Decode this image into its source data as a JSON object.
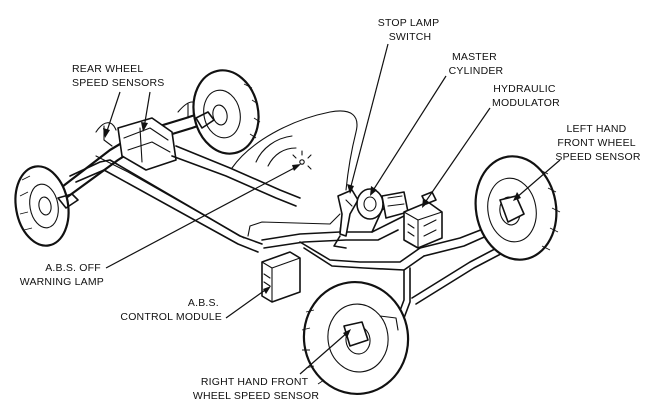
{
  "labels": {
    "stop_lamp_switch": [
      "STOP LAMP",
      "SWITCH"
    ],
    "master_cylinder": [
      "MASTER",
      "CYLINDER"
    ],
    "hydraulic_modulator": [
      "HYDRAULIC",
      "MODULATOR"
    ],
    "left_hand_front_wheel_speed_sensor": [
      "LEFT HAND",
      "FRONT WHEEL",
      "SPEED SENSOR"
    ],
    "rear_wheel_speed_sensors": [
      "REAR WHEEL",
      "SPEED SENSORS"
    ],
    "abs_off_warning_lamp": [
      "A.B.S. OFF",
      "WARNING LAMP"
    ],
    "abs_control_module": [
      "A.B.S.",
      "CONTROL MODULE"
    ],
    "right_hand_front_wheel_speed_sensor": [
      "RIGHT HAND FRONT",
      "WHEEL SPEED SENSOR"
    ]
  },
  "colors": {
    "ink": "#111111",
    "paper": "#ffffff"
  }
}
